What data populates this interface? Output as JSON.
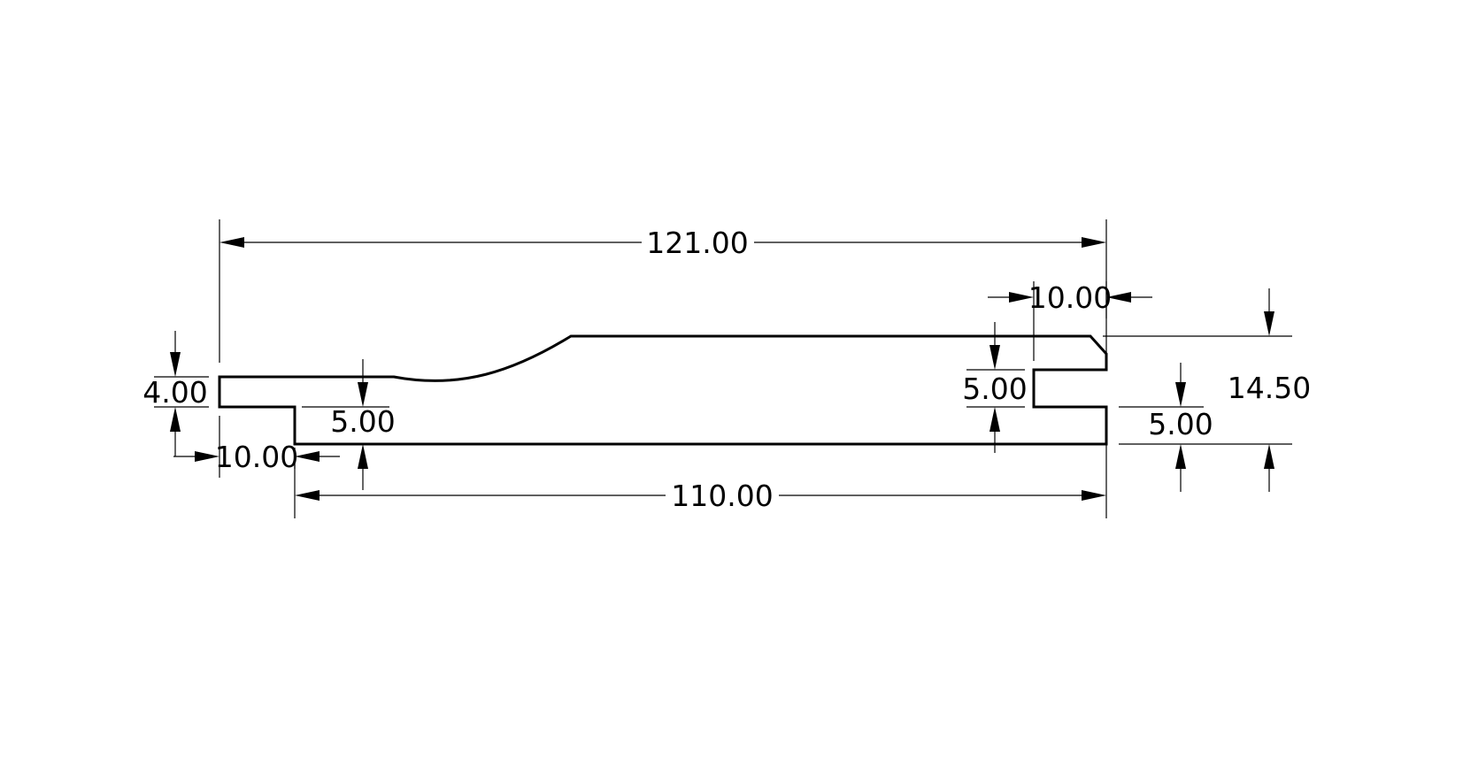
{
  "drawing": {
    "dimensions": {
      "overall_length": "121.00",
      "bottom_length": "110.00",
      "tongue_offset": "10.00",
      "groove_depth": "10.00",
      "tongue_thickness": "4.00",
      "left_shoulder_height": "5.00",
      "groove_height": "5.00",
      "groove_bottom_lip": "5.00",
      "overall_height": "14.50"
    },
    "colors": {
      "background": "#ffffff",
      "ink": "#000000"
    }
  }
}
